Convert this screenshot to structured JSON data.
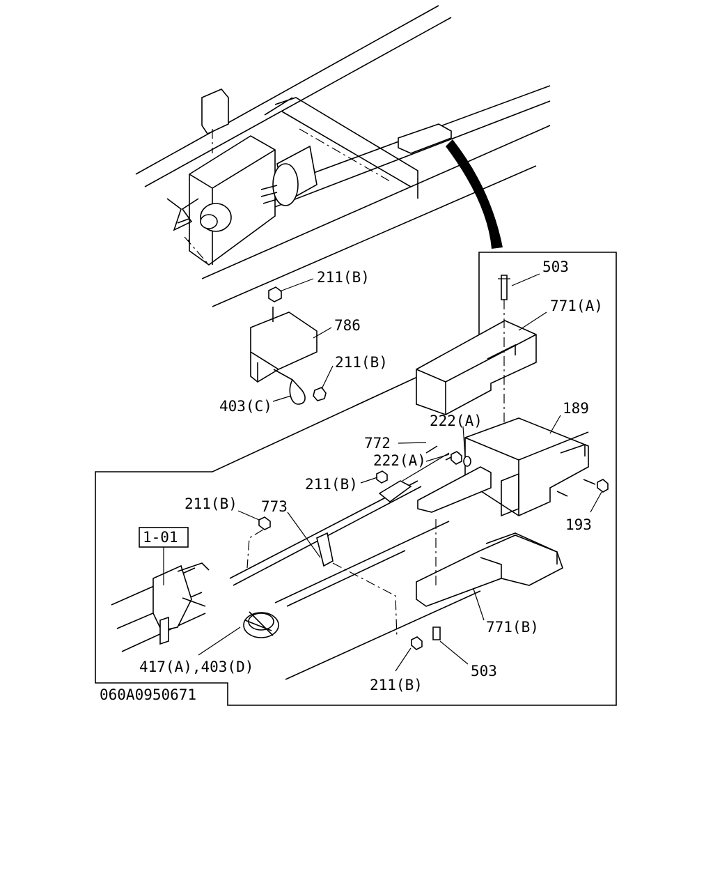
{
  "drawing_code": "060A0950671",
  "ref_box": "1-01",
  "labels": {
    "l503_top": "503",
    "l771a": "771(A)",
    "l211b_1": "211(B)",
    "l786": "786",
    "l211b_2": "211(B)",
    "l403c": "403(C)",
    "l189": "189",
    "l222a_1": "222(A)",
    "l772": "772",
    "l222a_2": "222(A)",
    "l211b_3": "211(B)",
    "l211b_4": "211(B)",
    "l773": "773",
    "l193": "193",
    "l771b": "771(B)",
    "l503_bot": "503",
    "l211b_5": "211(B)",
    "l417": "417(A),403(D)"
  }
}
